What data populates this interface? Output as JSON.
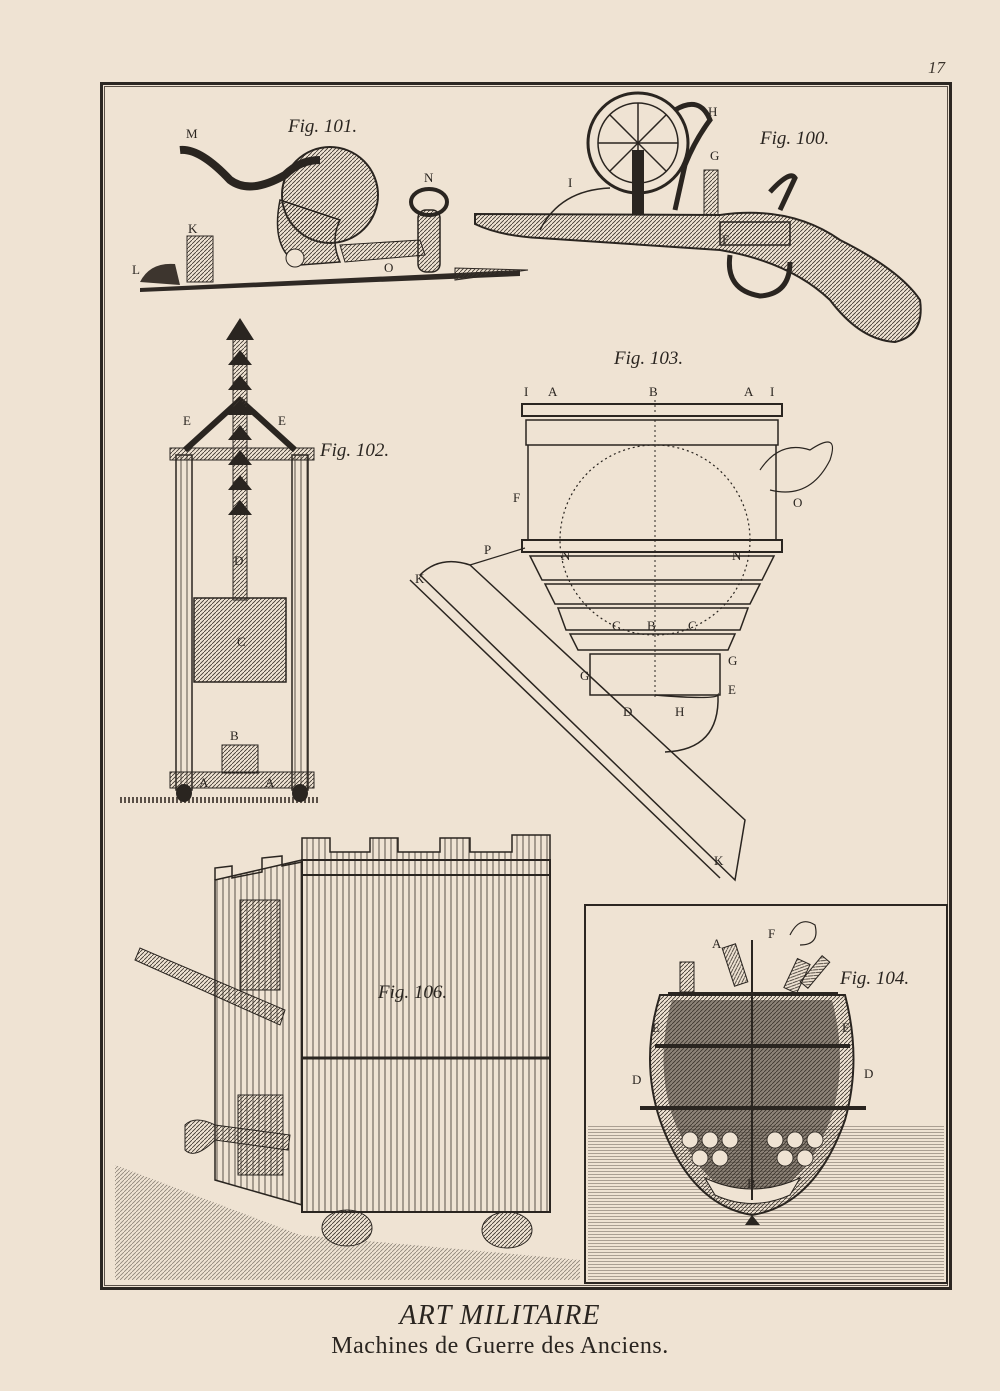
{
  "page_number": "17",
  "figures": {
    "fig100": "Fig. 100.",
    "fig101": "Fig. 101.",
    "fig102": "Fig. 102.",
    "fig103": "Fig. 103.",
    "fig104": "Fig. 104.",
    "fig106": "Fig. 106."
  },
  "title": "ART MILITAIRE",
  "subtitle": "Machines de Guerre des Anciens."
}
